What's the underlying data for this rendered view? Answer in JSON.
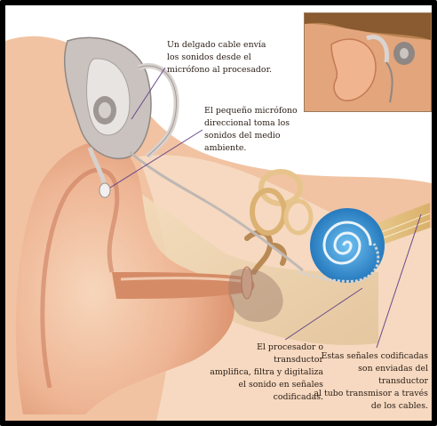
{
  "annotations": {
    "cable": "Un delgado cable envía\nlos sonidos desde el\nmicrófono al procesador.",
    "microphone": "El pequeño micrófono\ndireccional toma los\nsonidos del medio\nambiente.",
    "processor": "El procesador o transductor\namplifica, filtra y digitaliza\nel sonido en señales\ncodificadas.",
    "signals": "Estas señales codificadas\nson enviadas del transductor\nal tubo transmisor a través\nde los cables."
  },
  "colors": {
    "skin_light": "#f3c8a6",
    "skin_mid": "#e7a882",
    "skin_dark": "#c8805c",
    "cochlea_blue": "#2f8fd6",
    "nerve_gold": "#e9c98a",
    "leader_line": "#6b4a8a",
    "device_grey": "#b9b2b0",
    "hair": "#8a5a30"
  }
}
